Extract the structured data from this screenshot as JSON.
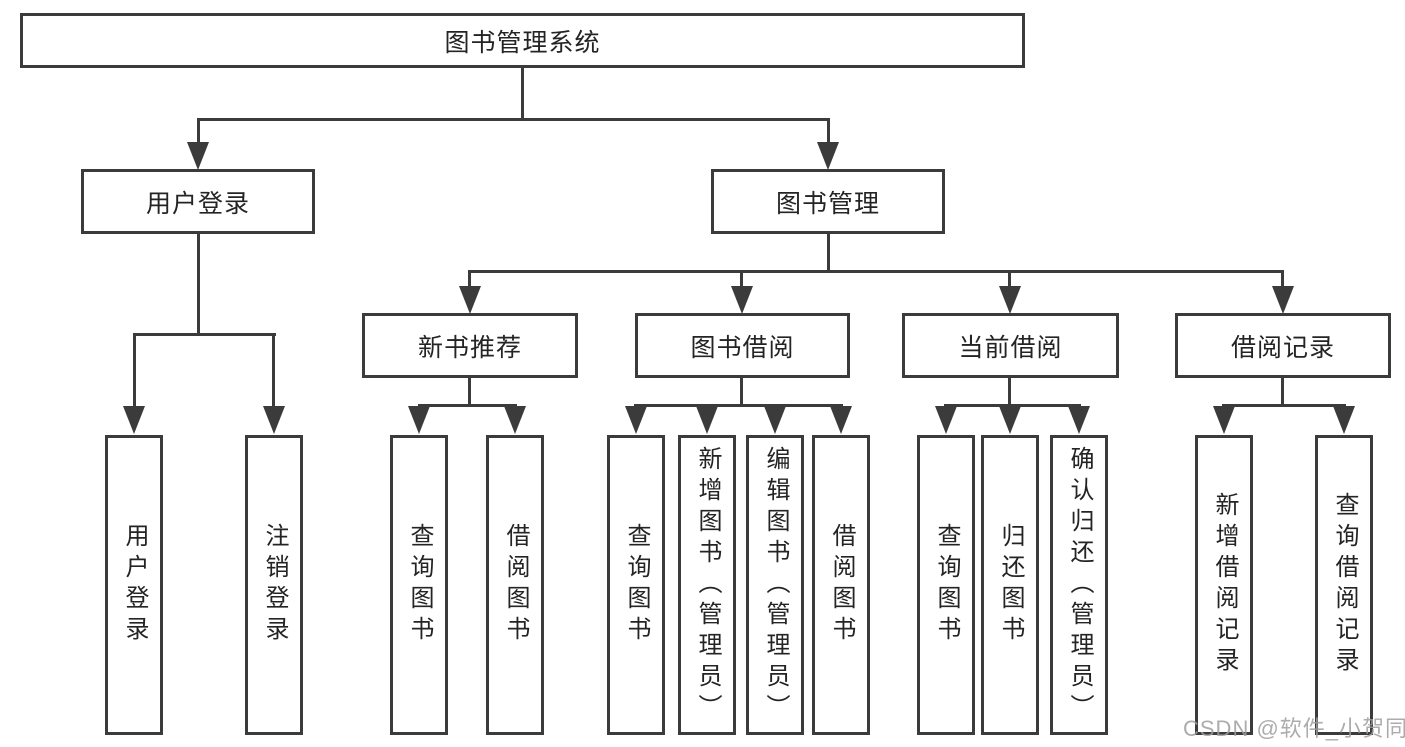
{
  "diagram": {
    "root_label": "图书管理系统",
    "watermark": "CSDN @软件_小贺同学",
    "colors": {
      "line": "#3b3b3b",
      "box_border": "#3b3b3b",
      "text": "#242424",
      "watermark": "#9e9e9e",
      "background": "#ffffff"
    },
    "nodes": {
      "user_login": {
        "label": "用户登录",
        "children": {
          "login": "用户登录",
          "logout": "注销登录"
        }
      },
      "book_management": {
        "label": "图书管理"
      },
      "new_book_rec": {
        "label": "新书推荐",
        "children": {
          "query": "查询图书",
          "borrow": "借阅图书"
        }
      },
      "book_borrow": {
        "label": "图书借阅",
        "children": {
          "query": "查询图书",
          "add": "新增图书（管理员）",
          "edit": "编辑图书（管理员）",
          "borrow": "借阅图书"
        }
      },
      "current_borrow": {
        "label": "当前借阅",
        "children": {
          "query": "查询图书",
          "return": "归还图书",
          "confirm_return": "确认归还（管理员）"
        }
      },
      "borrow_records": {
        "label": "借阅记录",
        "children": {
          "add": "新增借阅记录",
          "query": "查询借阅记录"
        }
      }
    }
  }
}
